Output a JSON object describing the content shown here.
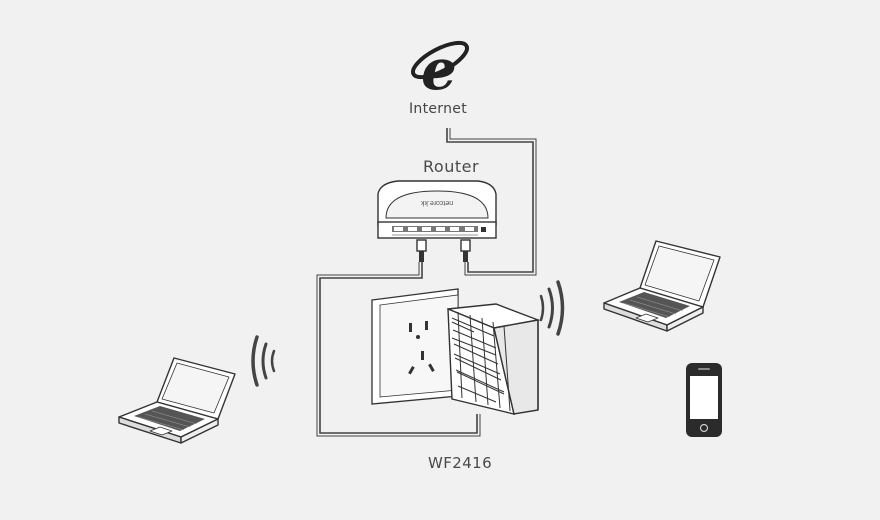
{
  "labels": {
    "internet": "Internet",
    "router": "Router",
    "device": "WF2416"
  },
  "icons": {
    "internet": "ie-logo-icon",
    "router": "router-icon",
    "extender": "wall-plug-extender-icon",
    "laptop_left": "laptop-icon",
    "laptop_right": "laptop-icon",
    "phone": "smartphone-icon",
    "wifi_left": "wifi-waves-icon",
    "wifi_right": "wifi-waves-icon"
  },
  "colors": {
    "background": "#f1f1f1",
    "line_art": "#333333",
    "fill_light": "#ffffff"
  }
}
